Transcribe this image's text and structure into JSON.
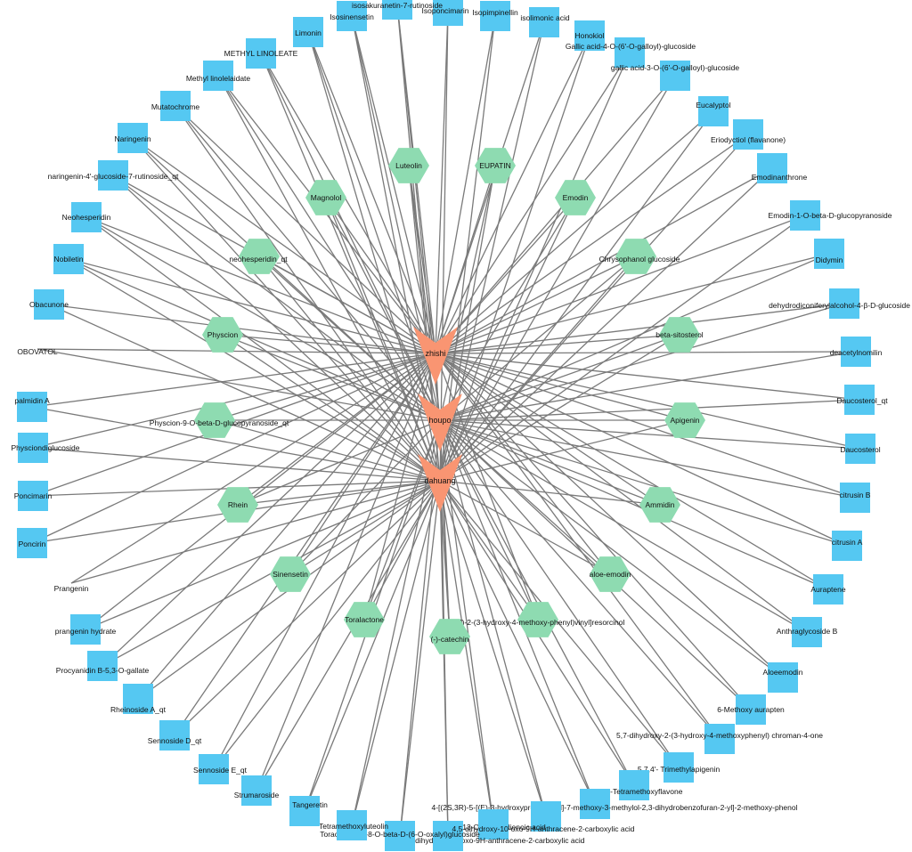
{
  "herbs": [
    "zhishi",
    "houpo",
    "dahuang"
  ],
  "shared": [
    "Luteolin",
    "EUPATIN",
    "Magnolol",
    "Emodin",
    "neohesperidin_qt",
    "Chrysophanol glucoside",
    "Physcion",
    "beta-sitosterol",
    "Physcion-9-O-beta-D-glucopyranoside_qt",
    "Apigenin",
    "Rhein",
    "Ammidin",
    "Sinensetin",
    "aloe-emodin",
    "Toralactone",
    "5-[(Z)-2-(3-hydroxy-4-methoxy-phenyl)vinyl]resorcinol",
    "(-)-catechin"
  ],
  "compounds": [
    "Isoponcimarin",
    "Isopimpinellin",
    "isolimonic acid",
    "Honokiol",
    "Gallic acid-4-O-(6'-O-galloyl)-glucoside",
    "gallic acid-3-O-(6'-O-galloyl)-glucoside",
    "Eucalyptol",
    "Eriodyctiol (flavanone)",
    "Emodinanthrone",
    "Emodin-1-O-beta-D-glucopyranoside",
    "Didymin",
    "dehydrodiconiferylalcohol-4-β-D-glucoside",
    "deacetylnomilin",
    "Daucosterol_qt",
    "Daucosterol",
    "citrusin B",
    "citrusin A",
    "Auraptene",
    "Anthraglycoside B",
    "Aloeemodin",
    "6-Methoxy aurapten",
    "5,7-dihydroxy-2-(3-hydroxy-4-methoxyphenyl) chroman-4-one",
    "5,7,4'- Trimethylapigenin",
    "4',5,7,8-Tetramethoxyflavone",
    "4-[(2S,3R)-5-[(E)-3-hydroxyprop-1-enyl]-7-methoxy-3-methylol-2,3-dihydrobenzofuran-2-yl]-2-methoxy-phenol",
    "13-Octadecadienoic acid",
    "4,5-dihydroxy-10-oxo-9H-anthracene-2-carboxylic acid",
    "droxy-10-oxo-9H-anthracen-9-yl]",
    "Torachrysone-8-O-beta-D-(6-O-oxalyl)glucoside",
    "Tetramethoxyluteolin",
    "Tangeretin",
    "Strumaroside",
    "Sennoside E_qt",
    "Sennoside D_qt",
    "Rheinoside A_qt",
    "Procyanidin B-5,3-O-gallate",
    "prangenin hydrate",
    "Prangenin",
    "Poncirin",
    "Poncimarin",
    "Physciondiglucoside",
    "palmidin A",
    "OBOVATOL",
    "Obacunone",
    "Nobiletin",
    "Neohesperidin",
    "naringenin-4'-glucoside-7-rutinoside_qt",
    "Naringenin",
    "Mutatochrome",
    "Methyl linolelaidate",
    "METHYL LINOLEATE",
    "Limonin",
    "Isosinensetin",
    "isosakuranetin-7-rutinoside"
  ],
  "colors": {
    "compound": "#55c8f2",
    "shared": "#8edbb1",
    "herb": "#f99572",
    "edge": "#7a7a7a"
  }
}
